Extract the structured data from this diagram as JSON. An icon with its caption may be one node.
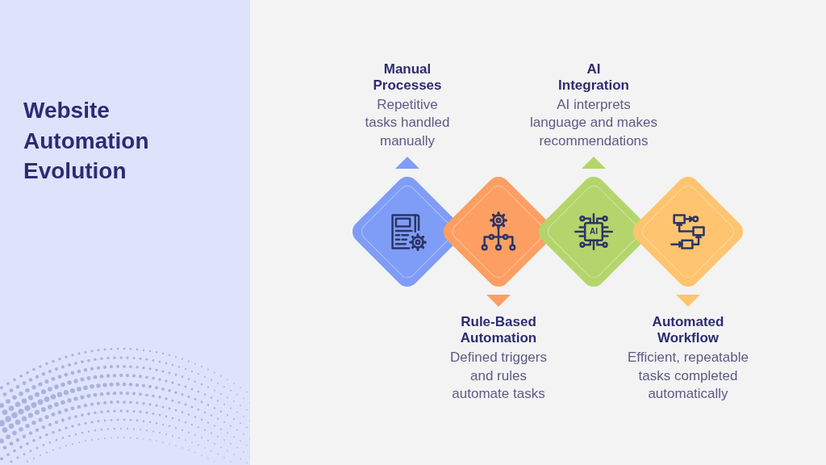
{
  "diagram": {
    "title": "Website Automation Evolution",
    "nodes": [
      {
        "text": [
          "Manual Processes",
          "Repetitive tasks handled manually"
        ]
      },
      {
        "text": [
          "Rule-Based Automation",
          "Defined triggers and rules automate tasks"
        ]
      },
      {
        "text": [
          "AI Integration",
          "AI interprets language and makes recommendations"
        ]
      },
      {
        "text": [
          "Automated Workflow",
          "Efficient, repeatable tasks completed automatically"
        ]
      }
    ],
    "labels": [
      "AI"
    ]
  }
}
